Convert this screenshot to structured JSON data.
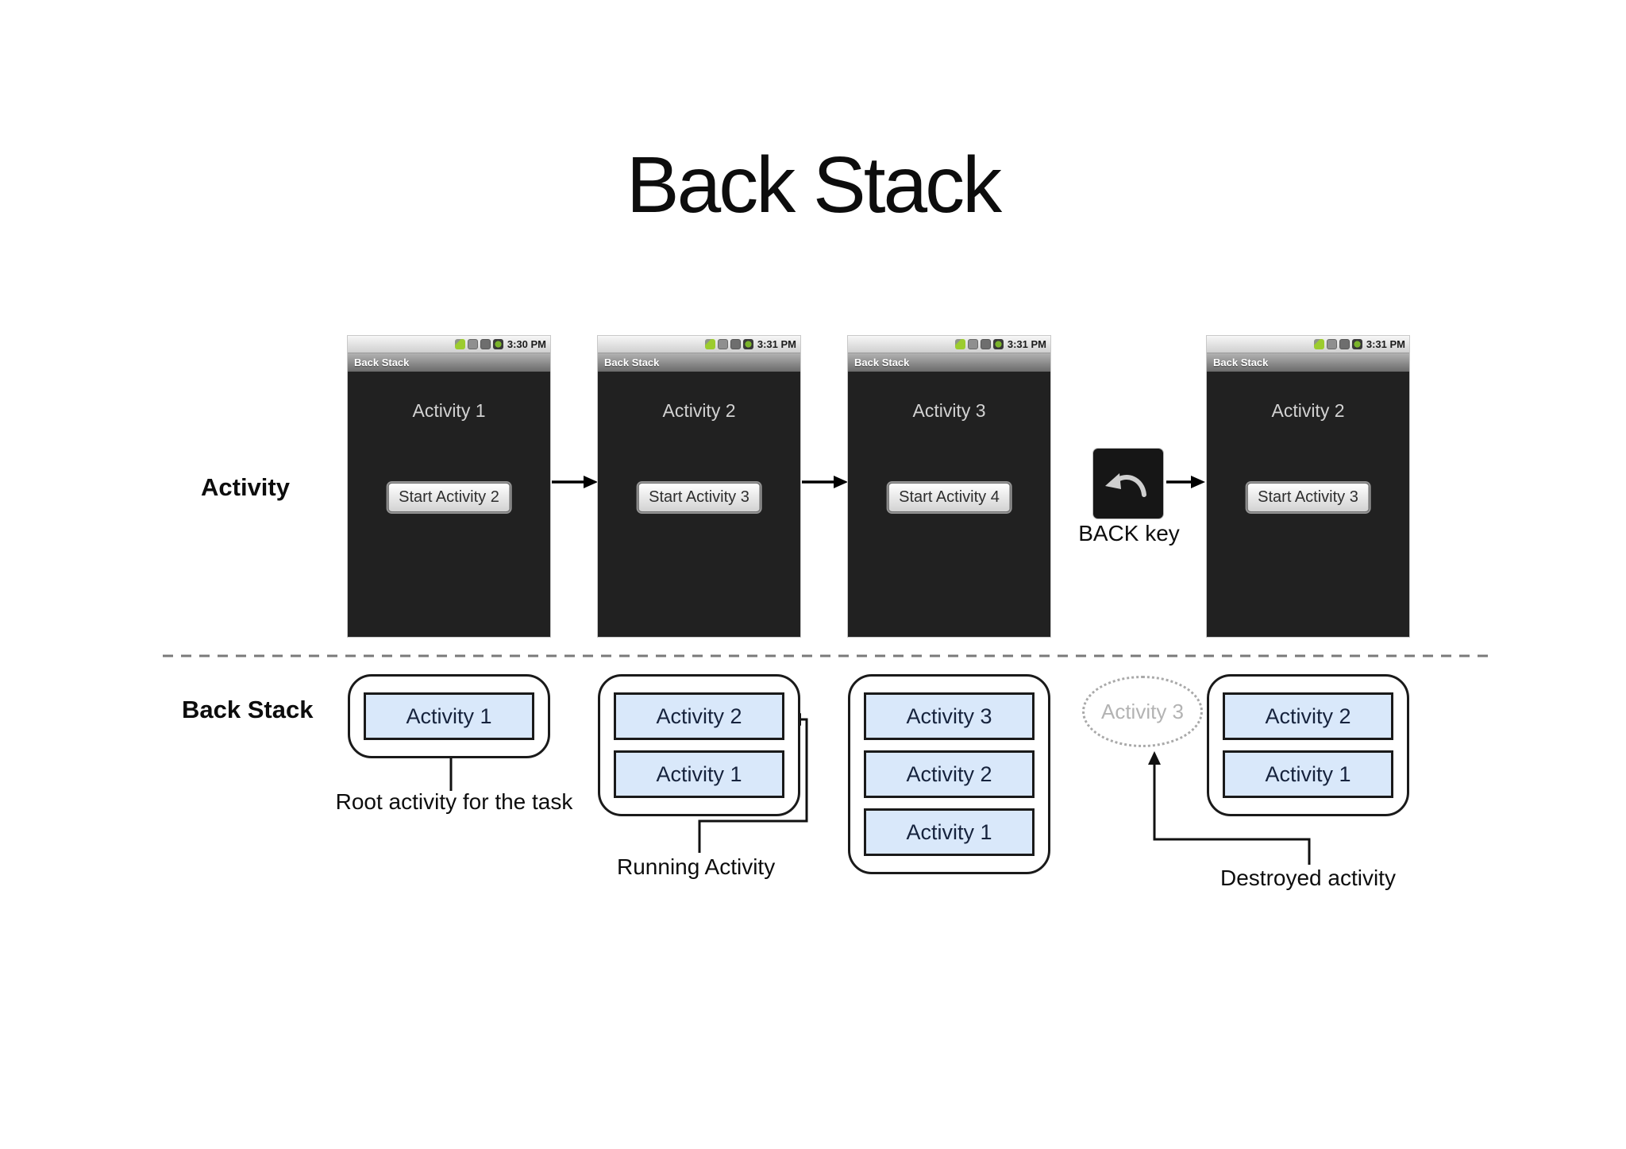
{
  "slide_title": "Back Stack",
  "row_labels": {
    "top": "Activity",
    "bottom": "Back Stack"
  },
  "phones": [
    {
      "time": "3:30 PM",
      "bar_title": "Back Stack",
      "activity": "Activity 1",
      "button": "Start Activity 2"
    },
    {
      "time": "3:31 PM",
      "bar_title": "Back Stack",
      "activity": "Activity 2",
      "button": "Start Activity 3"
    },
    {
      "time": "3:31 PM",
      "bar_title": "Back Stack",
      "activity": "Activity 3",
      "button": "Start Activity 4"
    },
    {
      "time": "3:31 PM",
      "bar_title": "Back Stack",
      "activity": "Activity 2",
      "button": "Start Activity 3"
    }
  ],
  "status_icons": [
    "usb-debug-icon",
    "sdcard-icon",
    "network-icon",
    "battery-icon"
  ],
  "back_key": {
    "label": "BACK key",
    "icon": "undo-arrow-icon"
  },
  "stacks": [
    {
      "items": [
        "Activity 1"
      ]
    },
    {
      "items": [
        "Activity 2",
        "Activity 1"
      ]
    },
    {
      "items": [
        "Activity 3",
        "Activity 2",
        "Activity 1"
      ]
    },
    {
      "items": [
        "Activity 2",
        "Activity 1"
      ]
    }
  ],
  "cloud": {
    "label": "Activity 3"
  },
  "annotations": {
    "root": "Root activity for the task",
    "running": "Running Activity",
    "destroyed": "Destroyed activity"
  },
  "colors": {
    "stack_box_fill": "#d9e8fa",
    "stack_border": "#1a1a1a",
    "phone_background": "#212121",
    "phone_text": "#d2d2d2",
    "android_green": "#9ccc2e",
    "cloud_text": "#b3b3b3"
  }
}
